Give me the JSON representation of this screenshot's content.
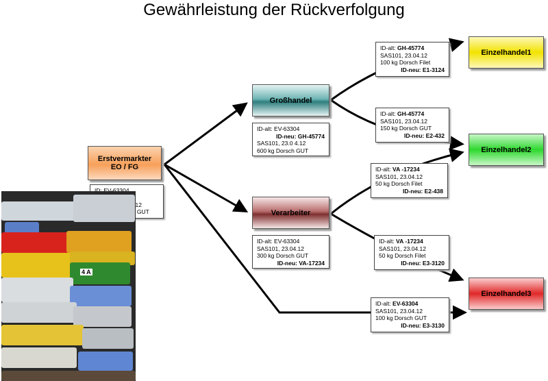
{
  "title": "Gewährleistung der Rückverfolgung",
  "nodes": {
    "erstvermarkter": {
      "line1": "Erstvermarkter",
      "line2": "EO / FG"
    },
    "grosshandel": {
      "label": "Großhandel"
    },
    "verarbeiter": {
      "label": "Verarbeiter"
    },
    "einzelhandel1": {
      "label": "Einzelhandel1"
    },
    "einzelhandel2": {
      "label": "Einzelhandel2"
    },
    "einzelhandel3": {
      "label": "Einzelhandel3"
    }
  },
  "boxes": {
    "erst": {
      "l1": "ID:  EV-63304",
      "l2": "SAS101, 23.04.12",
      "l3": "1000 kg Dorsch  GUT"
    },
    "gross": {
      "l1": "ID-alt:  EV-63304",
      "l2": "ID-neu: GH-45774",
      "l3": "SAS101, 23.0 4.12",
      "l4": "600 kg Dorsch GUT"
    },
    "verarb": {
      "l1": "ID-alt: EV-63304",
      "l2": "SAS101, 23.04.12",
      "l3": "300 kg Dorsch GUT",
      "l4": "ID-neu: VA-17234"
    },
    "gh_e1": {
      "label": "ID-alt:",
      "id_alt": "GH-45774",
      "l2": "SAS101, 23.04.12",
      "l3": "100 kg Dorsch Filet",
      "l4": "ID-neu: E1-3124"
    },
    "gh_e2": {
      "label": "ID-alt:",
      "id_alt": "GH-45774",
      "l2": "SAS101, 23.04.12",
      "l3": "150 kg Dorsch GUT",
      "l4": "ID-neu: E2-432"
    },
    "va_e2": {
      "label": "ID-alt:",
      "id_alt": "VA -17234",
      "l2": "SAS101, 23.04.12",
      "l3": "50 kg Dorsch Filet",
      "l4": "ID-neu: E2-438"
    },
    "va_e3": {
      "label": "ID-alt:",
      "id_alt": "VA -17234",
      "l2": "SAS101, 23.04.12",
      "l3": "50 kg Dorsch Filet",
      "l4": "ID-neu: E3-3120"
    },
    "ev_e3": {
      "label": "ID-alt:",
      "id_alt": "EV-63304",
      "l2": "SAS101, 23.04.12",
      "l3": "100 kg Dorsch GUT",
      "l4": "ID-neu: E3-3130"
    }
  },
  "photo": {
    "tag": "4 A"
  },
  "colors": {
    "erstvermarkter": "#f7a05a",
    "grosshandel": "#3a8c8c",
    "verarbeiter": "#8c3a3a",
    "einzelhandel1": "#f2e300",
    "einzelhandel2": "#2ed82e",
    "einzelhandel3": "#e02828"
  }
}
